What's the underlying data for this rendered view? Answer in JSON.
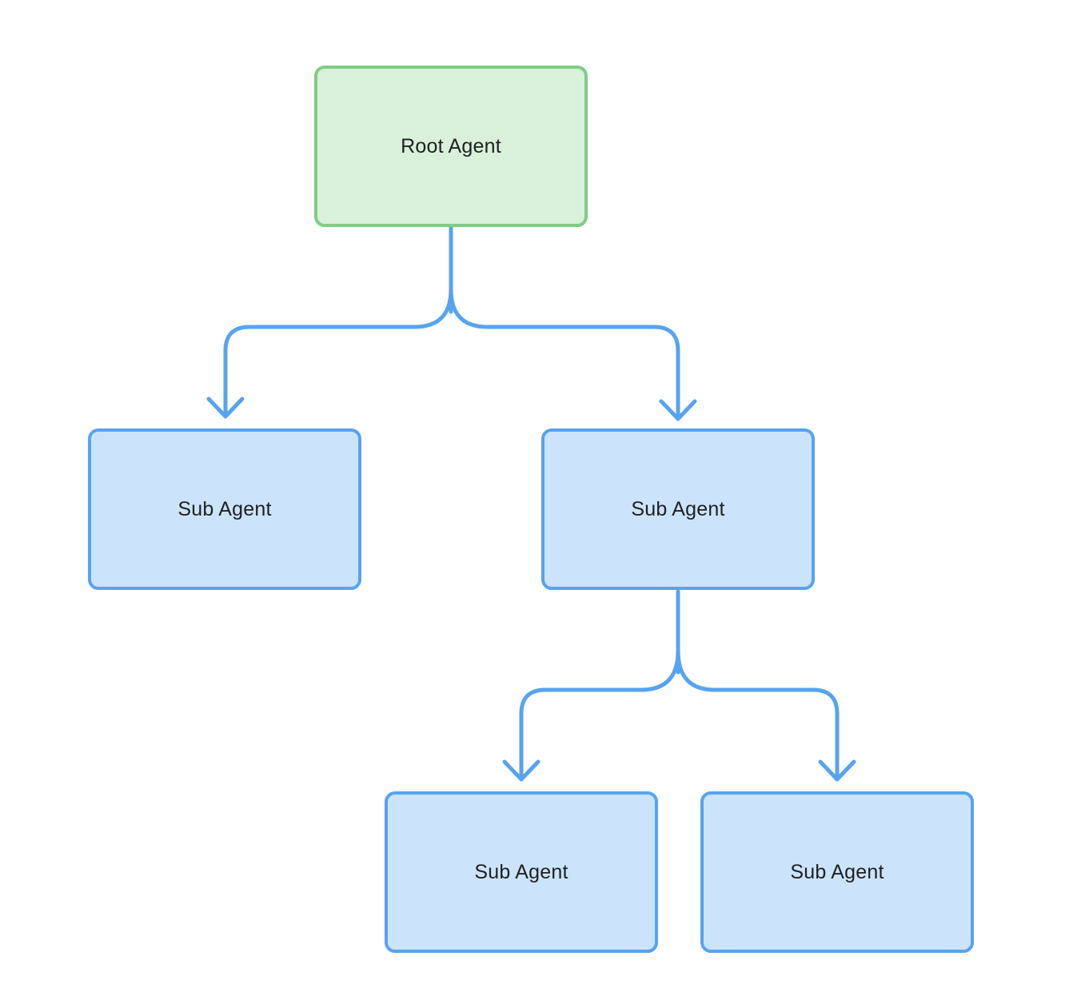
{
  "diagram": {
    "nodes": [
      {
        "id": "root",
        "label": "Root Agent",
        "kind": "root"
      },
      {
        "id": "sub-left",
        "label": "Sub Agent",
        "kind": "sub"
      },
      {
        "id": "sub-right",
        "label": "Sub Agent",
        "kind": "sub"
      },
      {
        "id": "sub-bottom-left",
        "label": "Sub Agent",
        "kind": "sub"
      },
      {
        "id": "sub-bottom-right",
        "label": "Sub Agent",
        "kind": "sub"
      }
    ],
    "edges": [
      {
        "from": "root",
        "to": "sub-left",
        "style": "arrow-down"
      },
      {
        "from": "root",
        "to": "sub-right",
        "style": "arrow-down"
      },
      {
        "from": "sub-right",
        "to": "sub-bottom-left",
        "style": "arrow-down"
      },
      {
        "from": "sub-right",
        "to": "sub-bottom-right",
        "style": "arrow-down"
      }
    ],
    "colors": {
      "root_border": "#7fcd84",
      "root_fill": "#d9f0da",
      "sub_border": "#57a3f0",
      "sub_fill": "#cce4fb",
      "connector": "#57a3f0",
      "text": "#1e2023",
      "background": "#ffffff"
    }
  }
}
